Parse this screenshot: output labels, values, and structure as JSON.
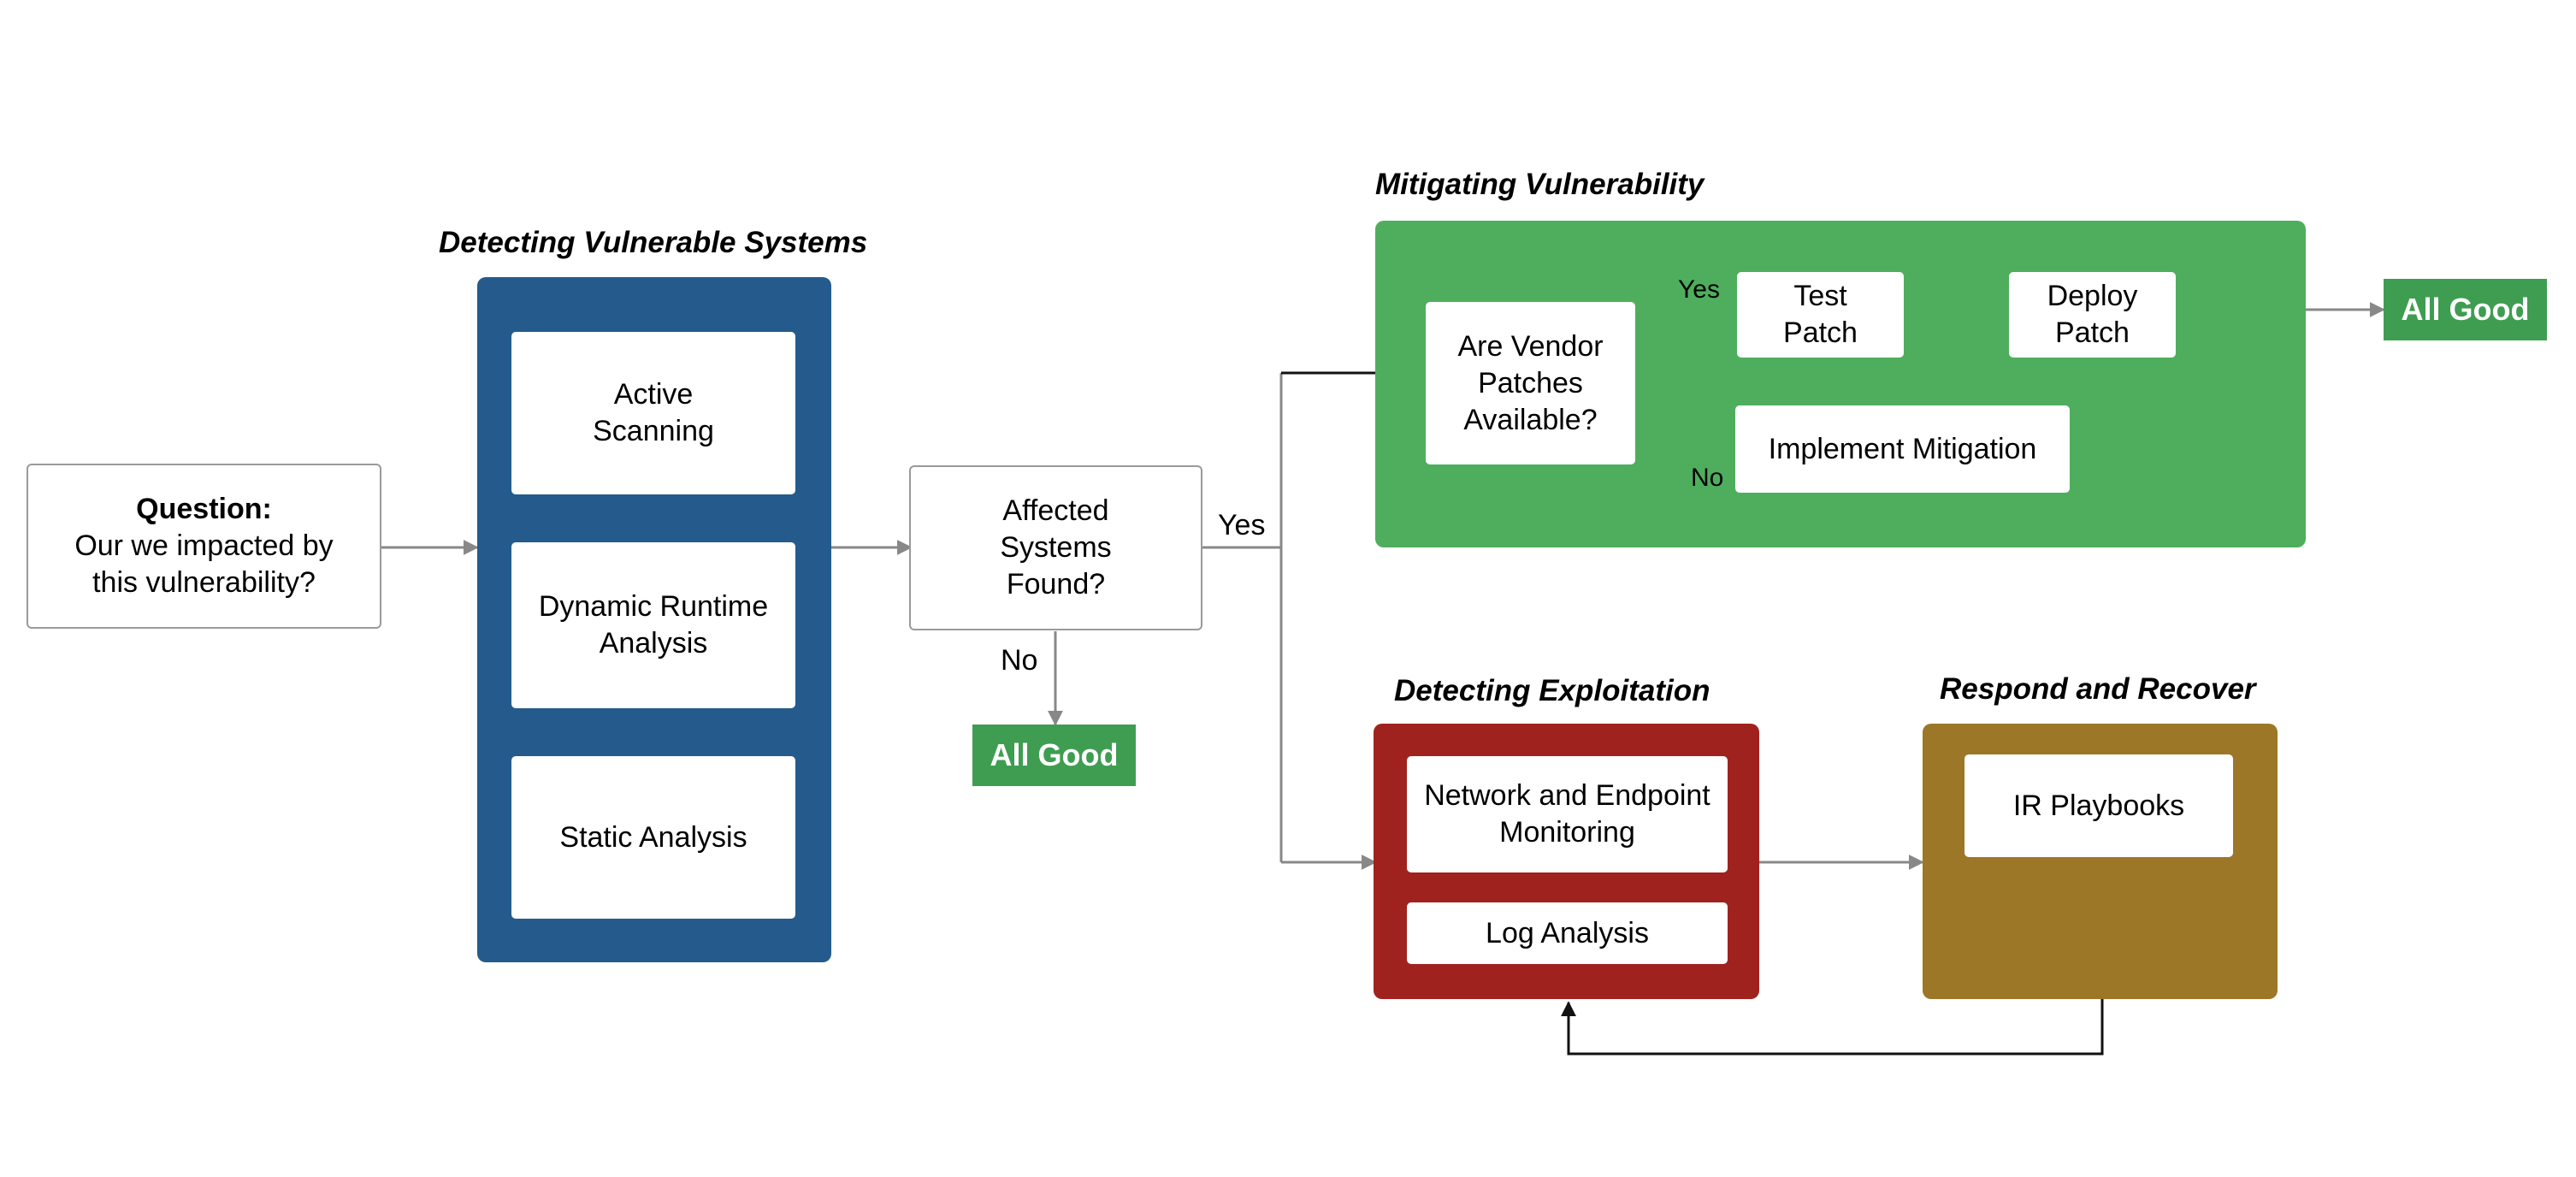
{
  "question": {
    "title": "Question:",
    "text": "Our we impacted by this vulnerability?"
  },
  "detect_systems": {
    "heading": "Detecting Vulnerable Systems",
    "items": [
      "Active Scanning",
      "Dynamic Runtime Analysis",
      "Static Analysis"
    ]
  },
  "affected": {
    "text": "Affected Systems Found?",
    "yes_label": "Yes",
    "no_label": "No"
  },
  "all_good_label": "All Good",
  "mitigating": {
    "heading": "Mitigating Vulnerability",
    "question": "Are Vendor Patches Available?",
    "yes_label": "Yes",
    "no_label": "No",
    "test_patch": "Test Patch",
    "deploy_patch": "Deploy Patch",
    "implement_mitigation": "Implement Mitigation"
  },
  "detect_exploitation": {
    "heading": "Detecting Exploitation",
    "items": [
      "Network and Endpoint Monitoring",
      "Log Analysis"
    ]
  },
  "respond": {
    "heading": "Respond and Recover",
    "items": [
      "IR Playbooks"
    ]
  },
  "colors": {
    "detect_systems": "#245b8c",
    "mitigating": "#4fae5d",
    "detect_exploitation": "#a0221e",
    "respond": "#9c7728",
    "all_good": "#3f9d52",
    "gray_arrow": "#888888",
    "black_arrow": "#111111"
  }
}
